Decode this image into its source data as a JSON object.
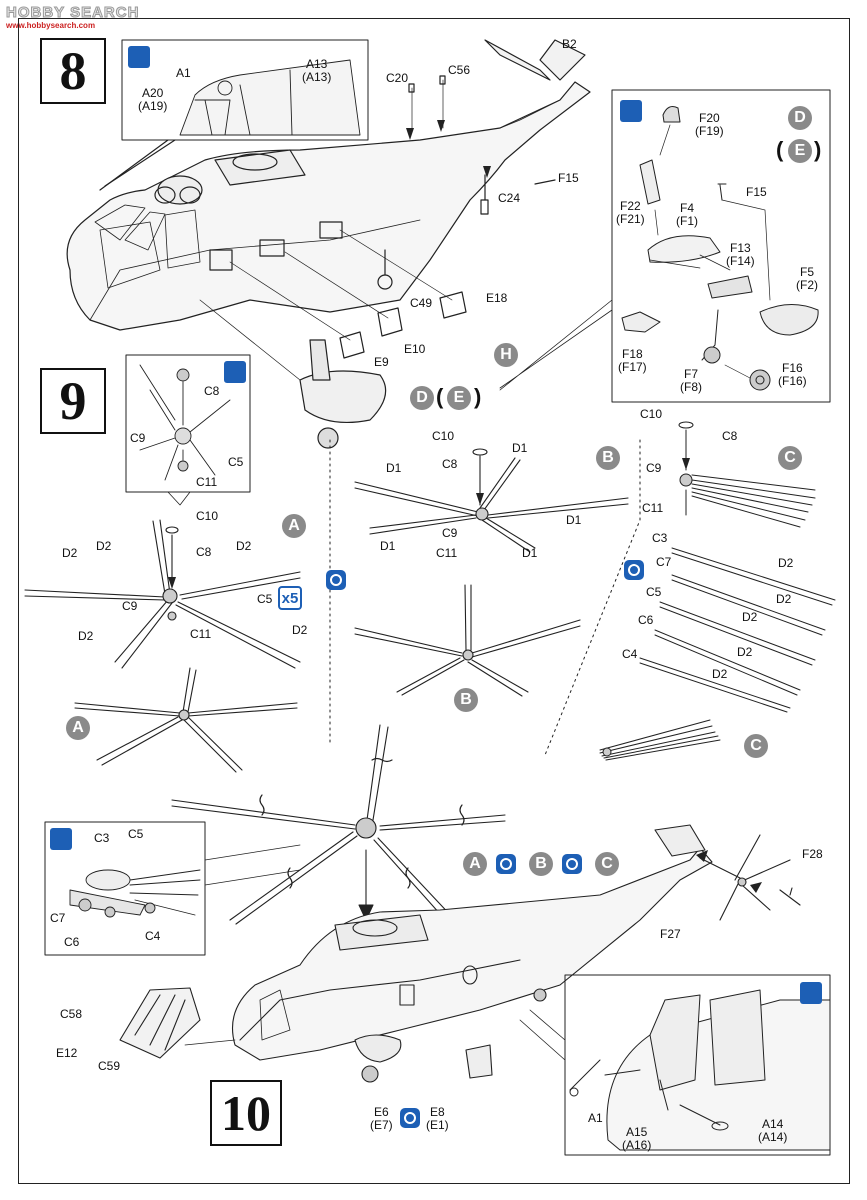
{
  "watermark": {
    "main": "HOBBY SEARCH",
    "sub": "www.hobbysearch.com"
  },
  "steps": {
    "s8": "8",
    "s9": "9",
    "s10": "10"
  },
  "step8": {
    "inset": {
      "a1": "A1",
      "a13": "A13",
      "a13b": "(A13)",
      "a20": "A20",
      "a20b": "(A19)"
    },
    "parts": {
      "b2": "B2",
      "c20": "C20",
      "c56": "C56",
      "f15": "F15",
      "c24": "C24",
      "c49": "C49",
      "e18": "E18",
      "e10": "E10",
      "e9": "E9"
    },
    "option_h": "H",
    "option_d": "D",
    "option_e": "E",
    "gear": {
      "f20": "F20",
      "f20b": "(F19)",
      "f22": "F22",
      "f22b": "(F21)",
      "f4": "F4",
      "f4b": "(F1)",
      "f15": "F15",
      "f13": "F13",
      "f13b": "(F14)",
      "f5": "F5",
      "f5b": "(F2)",
      "f18": "F18",
      "f18b": "(F17)",
      "f7": "F7",
      "f7b": "(F8)",
      "f16": "F16",
      "f16b": "(F16)",
      "d": "D",
      "e": "E"
    }
  },
  "step9": {
    "inset": {
      "c8": "C8",
      "c9": "C9",
      "c5": "C5",
      "c11": "C11"
    },
    "a": {
      "badge": "A",
      "c10": "C10",
      "c8": "C8",
      "c9": "C9",
      "c11": "C11",
      "c5": "C5",
      "x5": "x5",
      "d2a": "D2",
      "d2b": "D2",
      "d2c": "D2",
      "d2d": "D2",
      "d2e": "D2"
    },
    "b": {
      "badge": "B",
      "c10": "C10",
      "c8": "C8",
      "c9": "C9",
      "c11": "C11",
      "d1a": "D1",
      "d1b": "D1",
      "d1c": "D1",
      "d1d": "D1",
      "d1e": "D1"
    },
    "c": {
      "badge": "C",
      "c10": "C10",
      "c8": "C8",
      "c9": "C9",
      "c11": "C11",
      "c3": "C3",
      "c7": "C7",
      "c5": "C5",
      "c6": "C6",
      "c4": "C4",
      "d2a": "D2",
      "d2b": "D2",
      "d2c": "D2",
      "d2d": "D2",
      "d2e": "D2"
    },
    "result_a": "A",
    "result_b": "B",
    "result_c": "C"
  },
  "step10": {
    "inset": {
      "c3": "C3",
      "c5": "C5",
      "c7": "C7",
      "c6": "C6",
      "c4": "C4"
    },
    "options": {
      "a": "A",
      "b": "B",
      "c": "C"
    },
    "parts": {
      "f28": "F28",
      "f27": "F27",
      "c58": "C58",
      "e12": "E12",
      "c59": "C59",
      "e6": "E6",
      "e6b": "(E7)",
      "e8": "E8",
      "e8b": "(E1)"
    },
    "nose": {
      "a1": "A1",
      "a15": "A15",
      "a15b": "(A16)",
      "a14": "A14",
      "a14b": "(A14)"
    }
  }
}
